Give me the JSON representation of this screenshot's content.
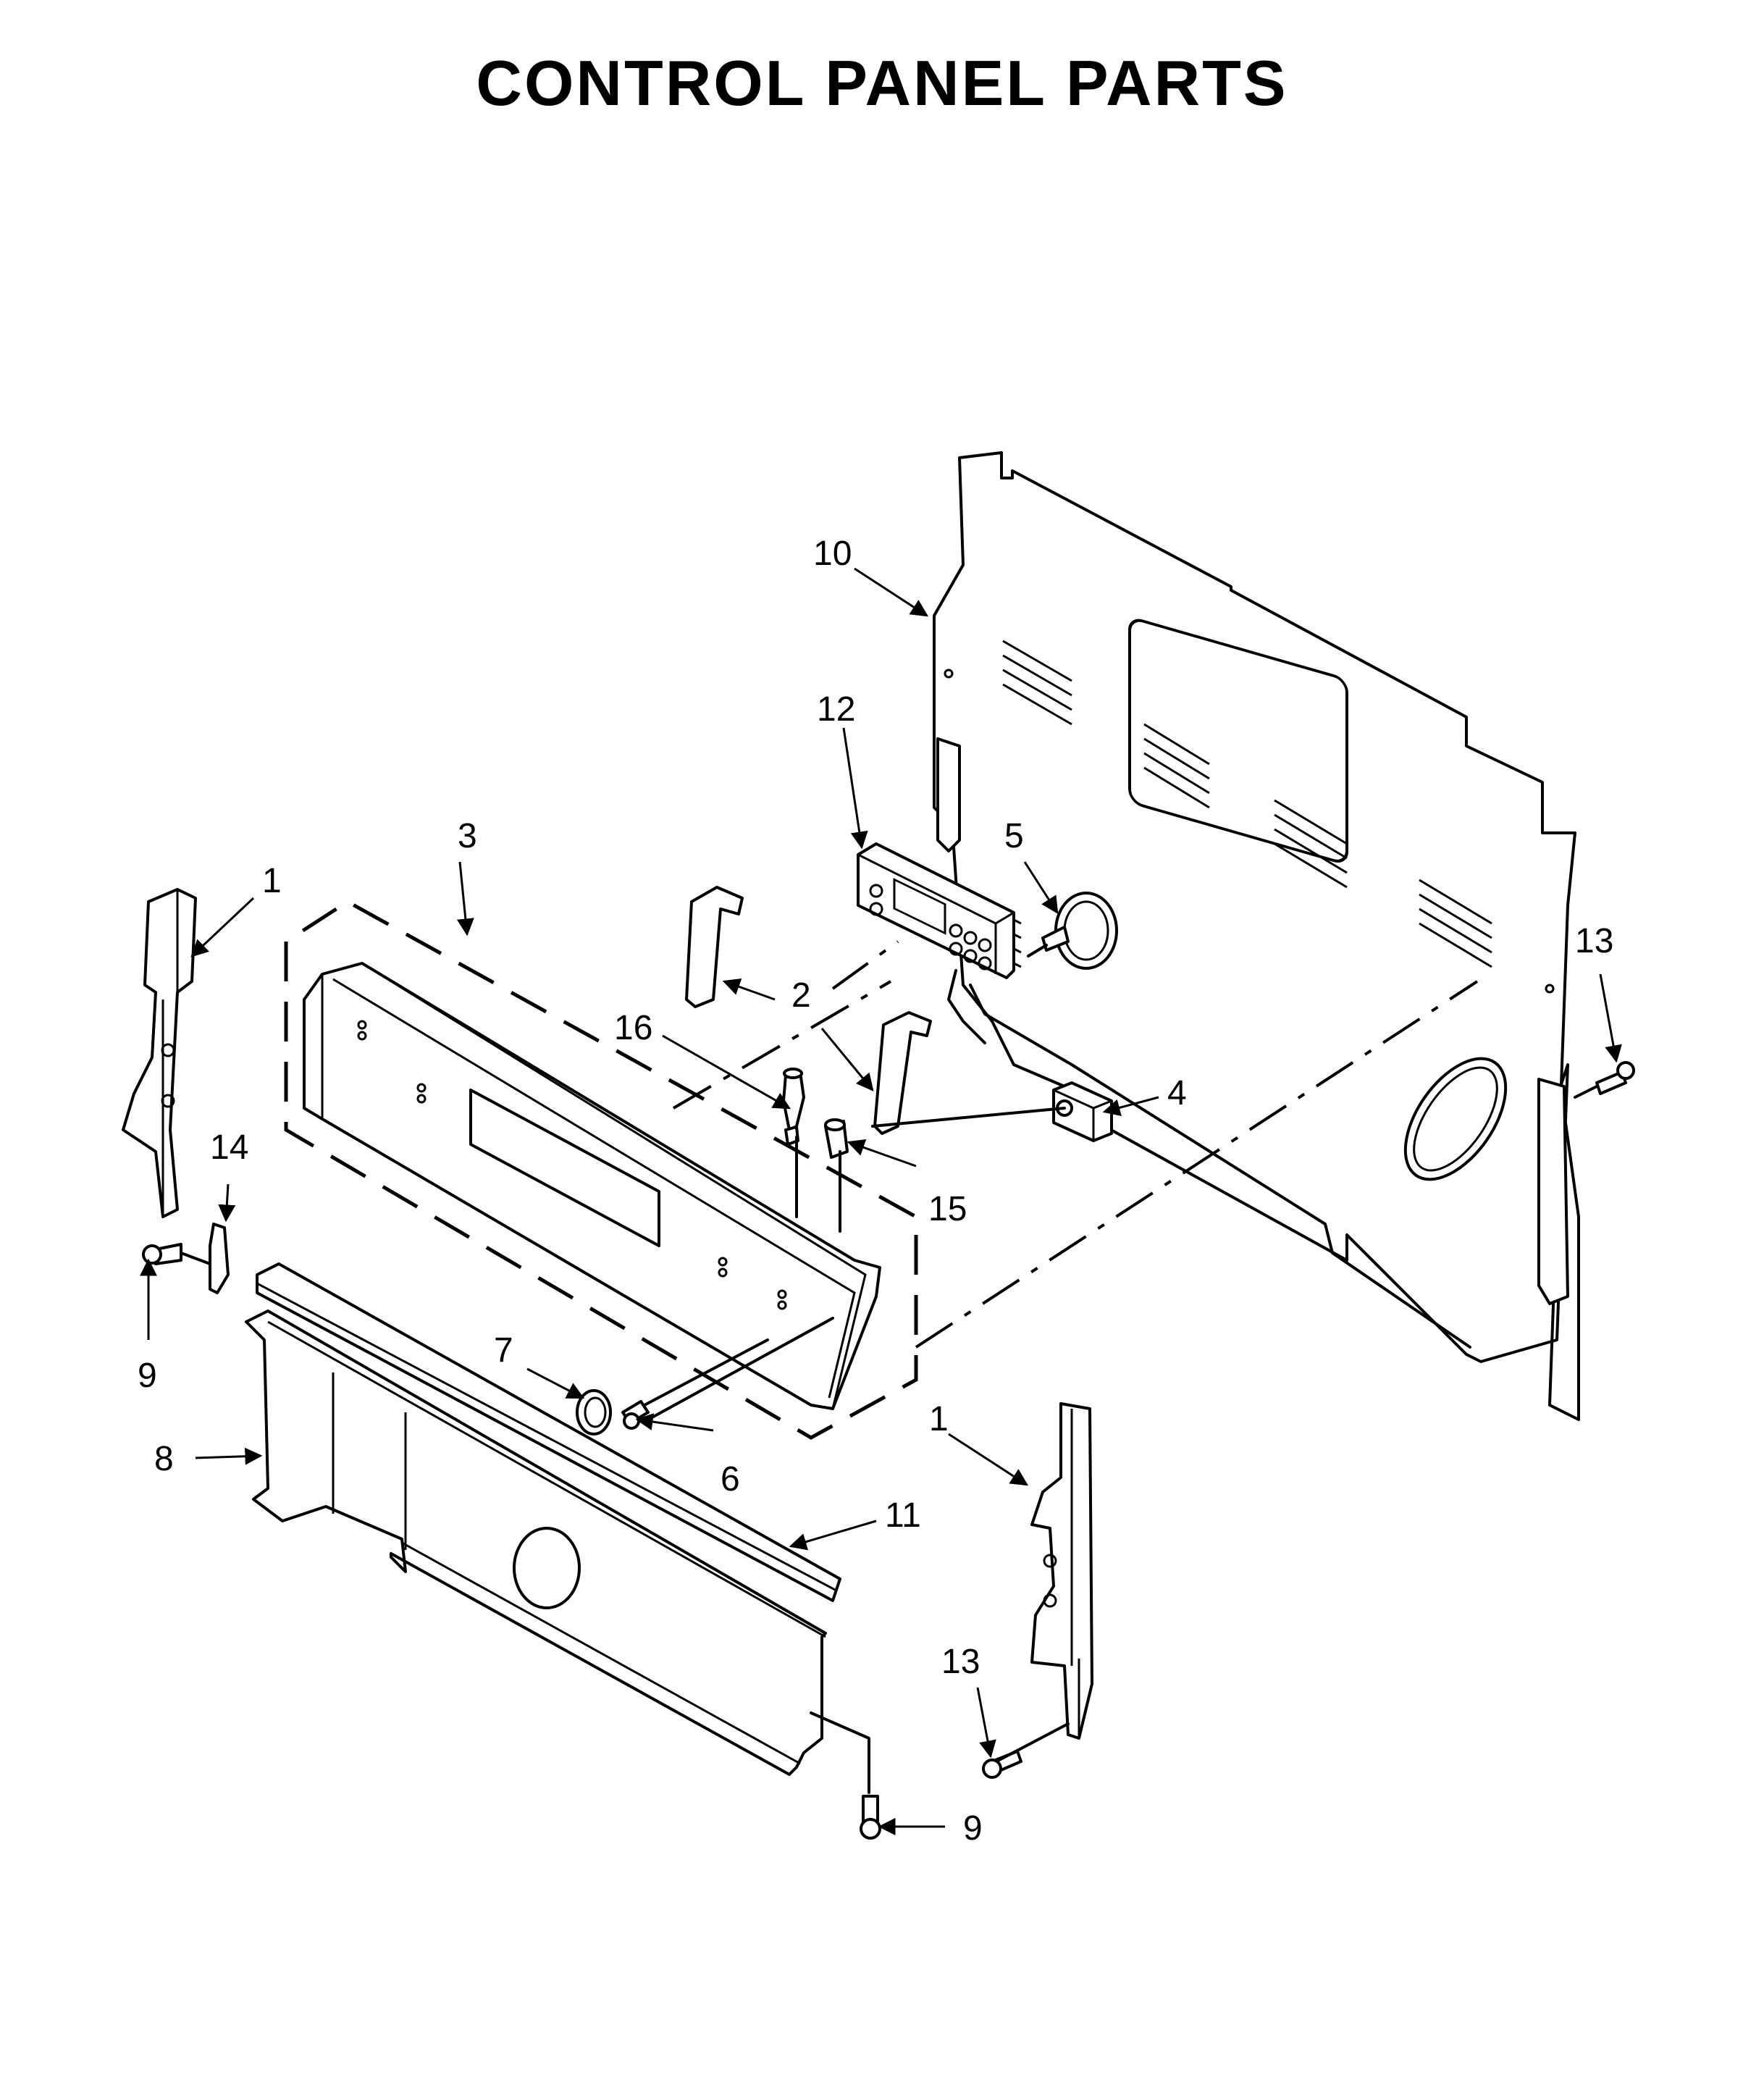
{
  "title": "CONTROL PANEL PARTS",
  "callouts": {
    "c1a": "1",
    "c1b": "1",
    "c2": "2",
    "c3": "3",
    "c4": "4",
    "c5": "5",
    "c6": "6",
    "c7": "7",
    "c8": "8",
    "c9a": "9",
    "c9b": "9",
    "c10": "10",
    "c11": "11",
    "c12": "12",
    "c13a": "13",
    "c13b": "13",
    "c14": "14",
    "c15": "15",
    "c16": "16"
  }
}
